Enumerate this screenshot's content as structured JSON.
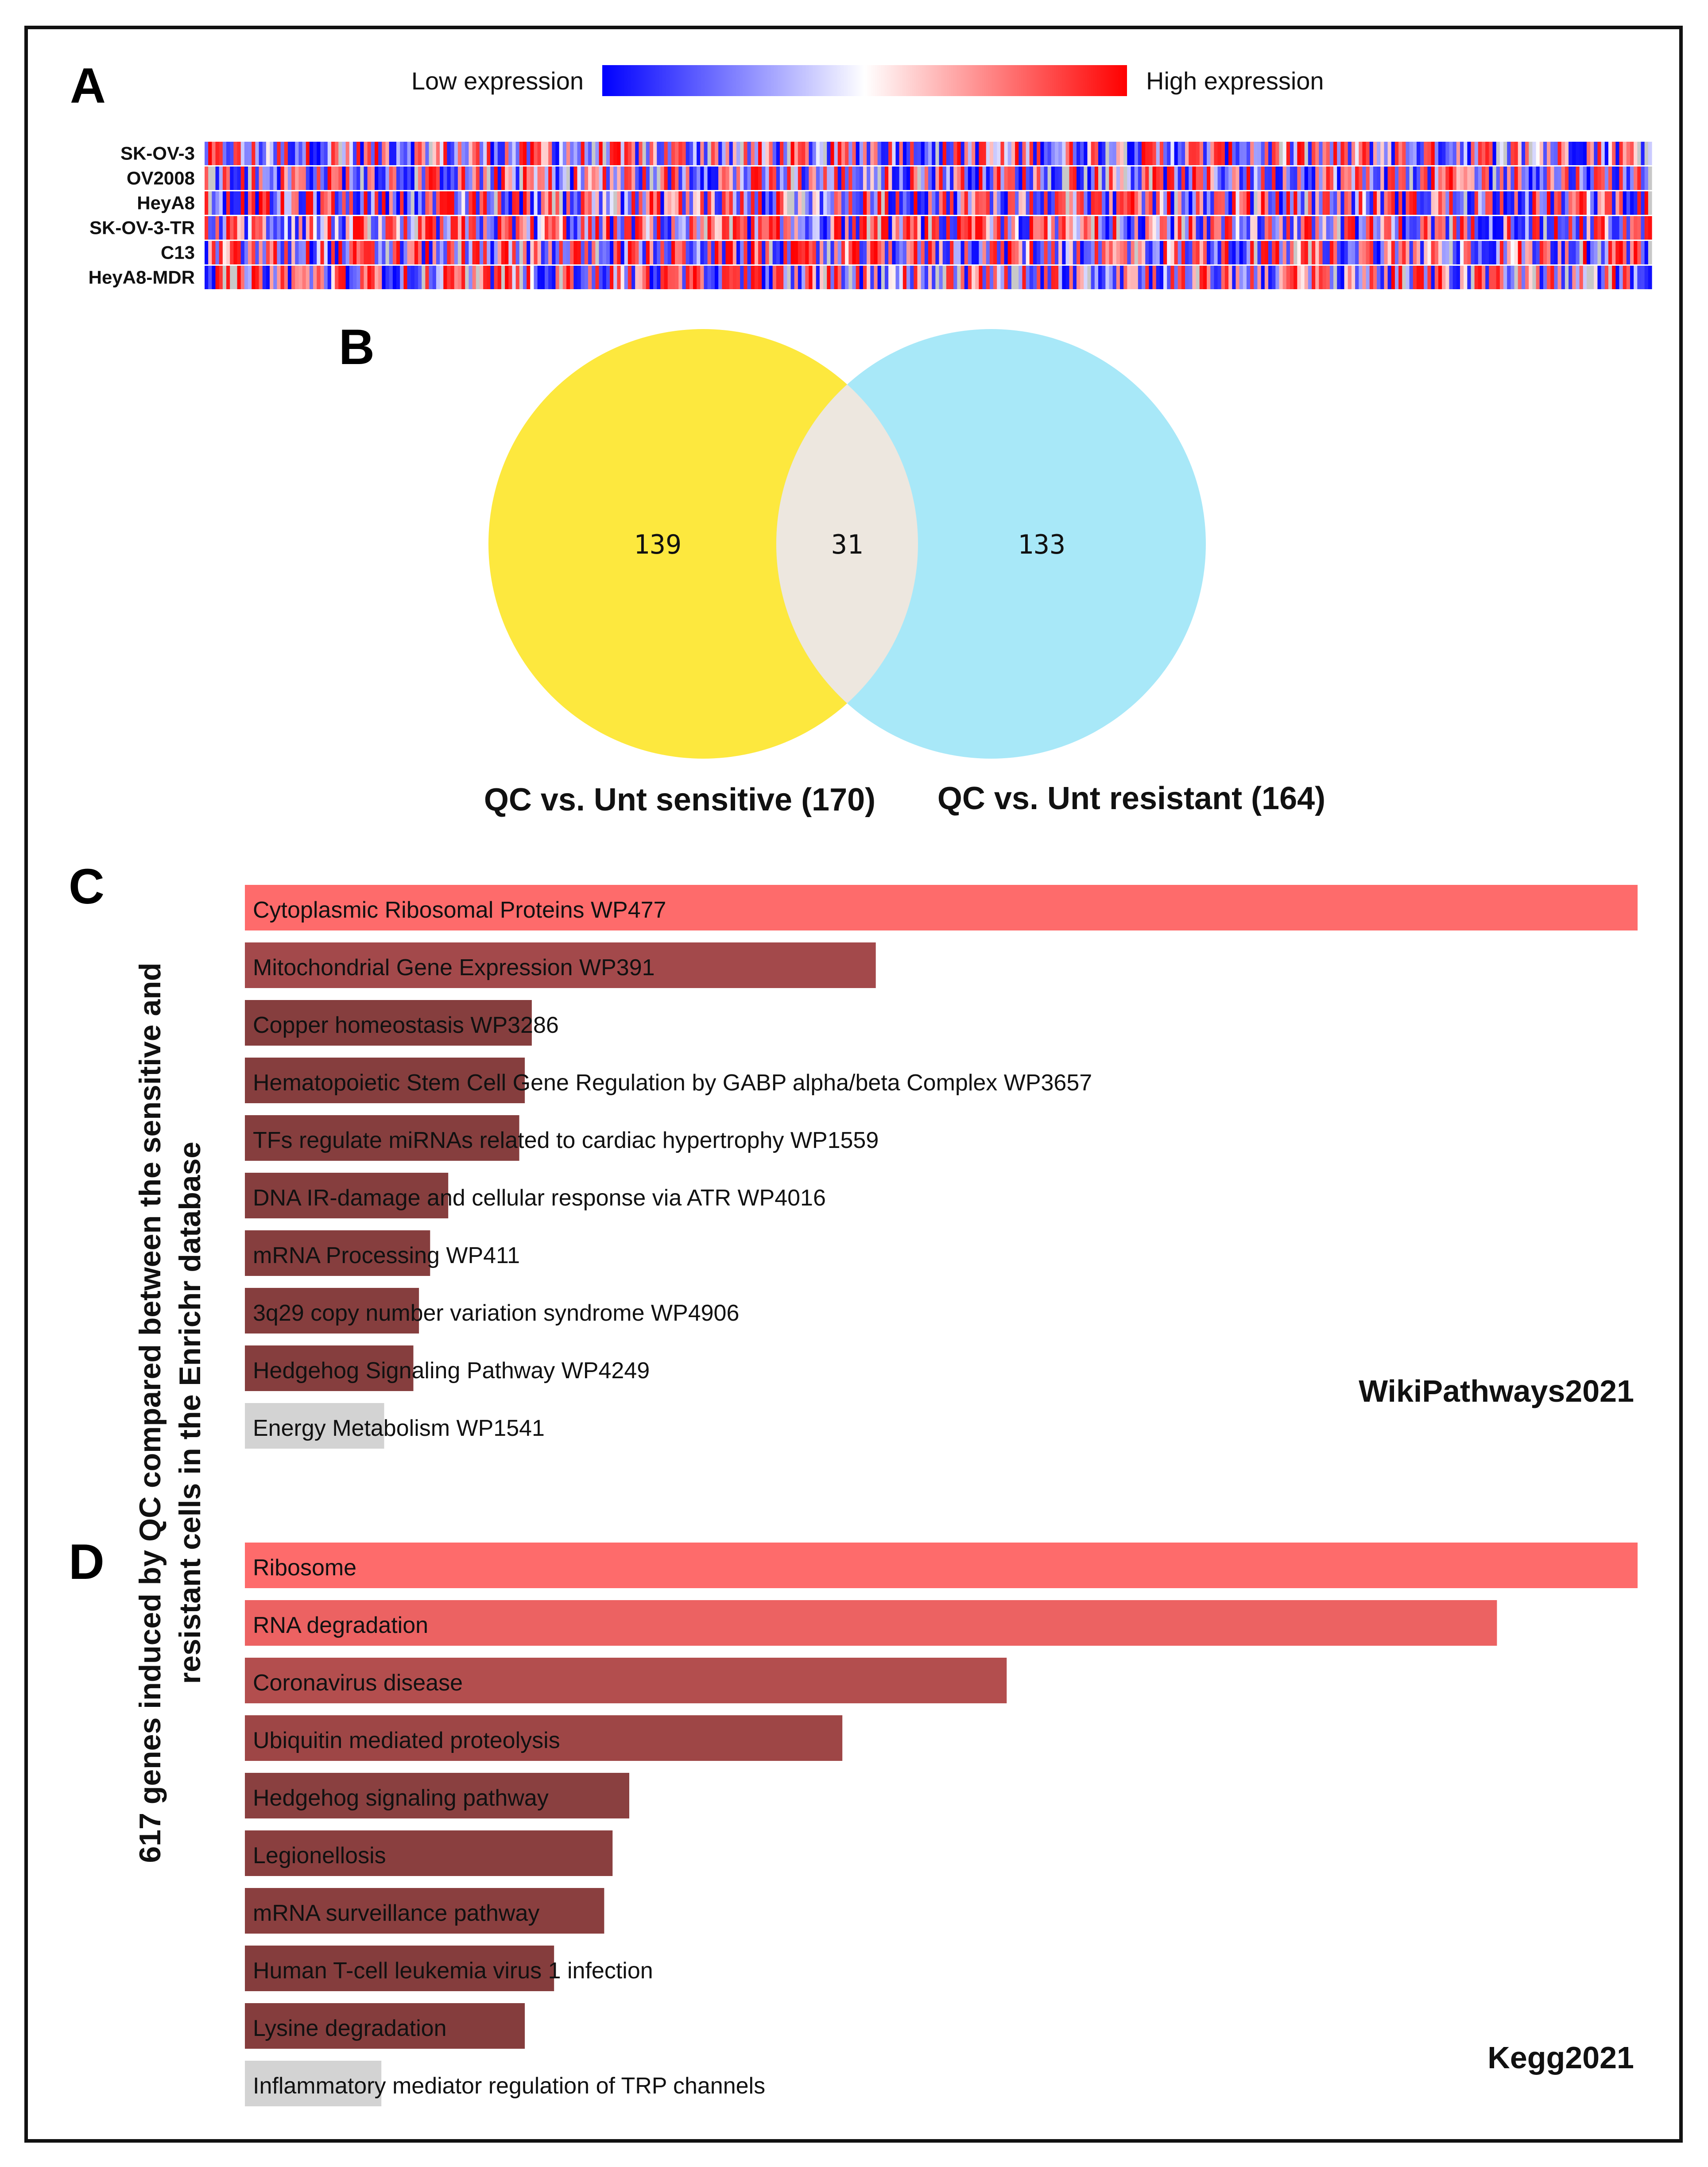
{
  "panels": {
    "a": "A",
    "b": "B",
    "c": "C",
    "d": "D"
  },
  "y_axis_title": {
    "line1": "617 genes induced by QC compared between the sensitive and",
    "line2": "resistant cells in the Enrichr database"
  },
  "heatmap": {
    "legend_low": "Low expression",
    "legend_high": "High expression",
    "color_low": "#0000ff",
    "color_mid": "#ffffff",
    "color_high": "#ff0000",
    "color_missing": "#c8c8c8",
    "rows": [
      "SK-OV-3",
      "OV2008",
      "HeyA8",
      "SK-OV-3-TR",
      "C13",
      "HeyA8-MDR"
    ]
  },
  "chart_data": [
    {
      "type": "venn",
      "sets": [
        {
          "name": "QC vs. Unt sensitive (170)",
          "size": 170,
          "only": 139,
          "color": "#fde83e"
        },
        {
          "name": "QC vs. Unt resistant (164)",
          "size": 164,
          "only": 133,
          "color": "#a8e8f8"
        }
      ],
      "intersection": 31,
      "intersection_color": "#ede7df"
    },
    {
      "type": "bar",
      "orientation": "horizontal",
      "database": "WikiPathways2021",
      "categories": [
        "Cytoplasmic Ribosomal Proteins WP477",
        "Mitochondrial Gene Expression WP391",
        "Copper homeostasis WP3286",
        "Hematopoietic Stem Cell Gene Regulation by GABP alpha/beta Complex WP3657",
        "TFs regulate miRNAs related to cardiac hypertrophy WP1559",
        "DNA IR-damage and cellular response via ATR WP4016",
        "mRNA Processing WP411",
        "3q29 copy number variation syndrome WP4906",
        "Hedgehog Signaling Pathway WP4249",
        "Energy Metabolism WP1541"
      ],
      "values": [
        1.0,
        0.453,
        0.206,
        0.201,
        0.197,
        0.146,
        0.133,
        0.125,
        0.121,
        0.1
      ],
      "colors": [
        "#fe6b6b",
        "#a3494b",
        "#863e3e",
        "#863e3e",
        "#863e3e",
        "#863e3e",
        "#863e3e",
        "#863e3e",
        "#863e3e",
        "#d3d3d3"
      ]
    },
    {
      "type": "bar",
      "orientation": "horizontal",
      "database": "Kegg2021",
      "categories": [
        "Ribosome",
        "RNA degradation",
        "Coronavirus disease",
        "Ubiquitin mediated proteolysis",
        "Hedgehog signaling pathway",
        "Legionellosis",
        "mRNA surveillance pathway",
        "Human T-cell leukemia virus 1 infection",
        "Lysine degradation",
        "Inflammatory mediator regulation of TRP channels"
      ],
      "values": [
        1.0,
        0.899,
        0.547,
        0.429,
        0.276,
        0.264,
        0.258,
        0.222,
        0.201,
        0.098
      ],
      "colors": [
        "#fe6b6b",
        "#ec6262",
        "#b34e4e",
        "#9e4646",
        "#8a4040",
        "#8a3f3f",
        "#8a3f3f",
        "#853d3d",
        "#853d3d",
        "#d3d3d3"
      ]
    }
  ]
}
